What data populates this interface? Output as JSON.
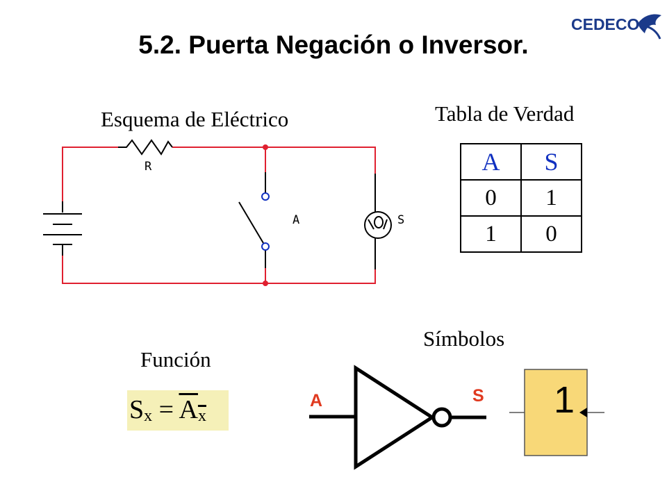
{
  "title": "5.2. Puerta Negación o Inversor.",
  "logo": {
    "text": "CEDECO",
    "color": "#1b3a8a"
  },
  "schematic": {
    "caption": "Esquema de Eléctrico",
    "resistor_label": "R",
    "switch_label": "A",
    "lamp_label": "S",
    "wire_color": "#e02030"
  },
  "truth_table": {
    "caption": "Tabla de Verdad",
    "headers": [
      "A",
      "S"
    ],
    "rows": [
      [
        "0",
        "1"
      ],
      [
        "1",
        "0"
      ]
    ],
    "header_color": "#1030c0"
  },
  "function": {
    "caption": "Función",
    "lhs": "S",
    "lhs_sub": "x",
    "equals": "=",
    "rhs": "A",
    "rhs_sub": "x",
    "box_color": "#f5f0b8"
  },
  "symbols": {
    "caption": "Símbolos",
    "input_label": "A",
    "output_label": "S",
    "label_color": "#e03a20",
    "iec_label": "1",
    "iec_fill": "#f8d878"
  }
}
